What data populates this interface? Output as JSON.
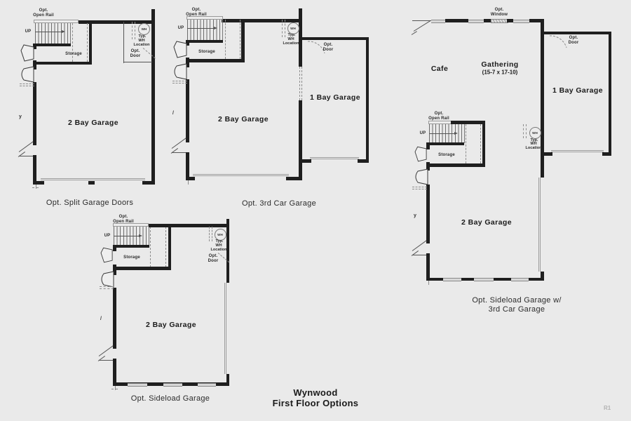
{
  "page": {
    "title_line1": "Wynwood",
    "title_line2": "First Floor Options",
    "revision": "R1"
  },
  "plans": {
    "split_garage": {
      "caption": "Opt. Split Garage Doors",
      "room": "2 Bay Garage",
      "stair_opt": "Opt.",
      "stair_open_rail": "Open Rail",
      "up": "UP",
      "storage": "Storage",
      "wh_circle": "WH",
      "wh_typ": "Typ.",
      "wh_wh": "WH",
      "wh_location": "Location",
      "door_opt": "Opt.",
      "door_word": "Door",
      "edge_text": "y"
    },
    "third_car": {
      "caption": "Opt. 3rd Car Garage",
      "room": "2 Bay Garage",
      "room2": "1 Bay Garage",
      "stair_opt": "Opt.",
      "stair_open_rail": "Open Rail",
      "up": "UP",
      "storage": "Storage",
      "wh_circle": "WH",
      "wh_typ": "Typ.",
      "wh_wh": "WH",
      "wh_location": "Location",
      "door_opt": "Opt.",
      "door_word": "Door",
      "edge_text": "/"
    },
    "sideload_third": {
      "caption_line1": "Opt. Sideload Garage w/",
      "caption_line2": "3rd Car Garage",
      "cafe": "Cafe",
      "gathering": "Gathering",
      "gathering_dims": "(15-7 x 17-10)",
      "window_opt": "Opt.",
      "window_word": "Window",
      "room": "2 Bay Garage",
      "room2": "1 Bay Garage",
      "stair_opt": "Opt.",
      "stair_open_rail": "Open Rail",
      "up": "UP",
      "storage": "Storage",
      "wh_typ": "Typ.",
      "wh_wh": "WH",
      "wh_circle": "WH",
      "wh_location": "Location",
      "door_opt": "Opt.",
      "door_word": "Door",
      "edge_text": "y"
    },
    "sideload": {
      "caption": "Opt. Sideload Garage",
      "room": "2 Bay Garage",
      "stair_opt": "Opt.",
      "stair_open_rail": "Open Rail",
      "up": "UP",
      "storage": "Storage",
      "wh_circle": "WH",
      "wh_typ": "Typ.",
      "wh_wh": "WH",
      "wh_location": "Location",
      "door_opt": "Opt.",
      "door_word": "Door",
      "edge_text": "/"
    }
  }
}
